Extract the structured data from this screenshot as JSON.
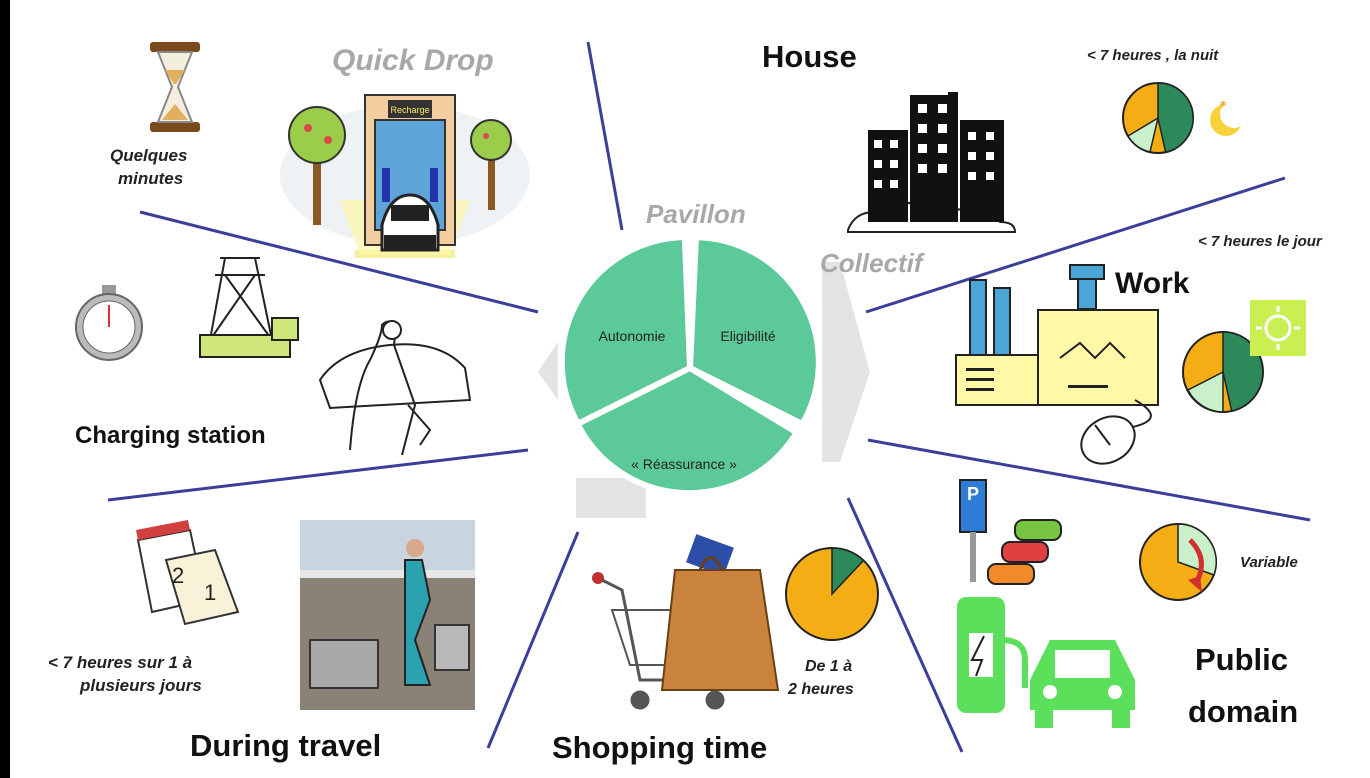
{
  "center": {
    "segments": {
      "autonomie": "Autonomie",
      "eligibilite": "Eligibilité",
      "reassurance": "« Réassurance »"
    },
    "overlay": {
      "pavillon": "Pavillon",
      "collectif": "Collectif"
    },
    "color": "#5cc99a"
  },
  "sections": {
    "quick_drop": {
      "title": "Quick Drop",
      "duration": [
        "Quelques",
        "minutes"
      ],
      "panel_sign": "Recharge"
    },
    "house": {
      "title": "House",
      "duration": "< 7 heures , la nuit",
      "clock_fraction": 0.75
    },
    "work": {
      "title": "Work",
      "duration": "< 7 heures le jour",
      "clock_fraction": 0.62
    },
    "charging_station": {
      "title": "Charging station"
    },
    "public_domain": {
      "title": [
        "Public",
        "domain"
      ],
      "duration": "Variable",
      "parking_sign": "P"
    },
    "shopping_time": {
      "title": "Shopping time",
      "duration": [
        "De 1 à",
        "2 heures"
      ],
      "clock_fraction": 0.12
    },
    "during_travel": {
      "title": "During travel",
      "duration": [
        "< 7 heures sur  1 à",
        "plusieurs jours"
      ],
      "calendar": [
        "2",
        "1"
      ]
    }
  },
  "colors": {
    "divider": "#3b3f99",
    "clock_orange": "#f4ad14",
    "clock_green": "#2c8a5a",
    "clock_light": "#c9f0c9",
    "bright_green": "#5ce05c"
  }
}
